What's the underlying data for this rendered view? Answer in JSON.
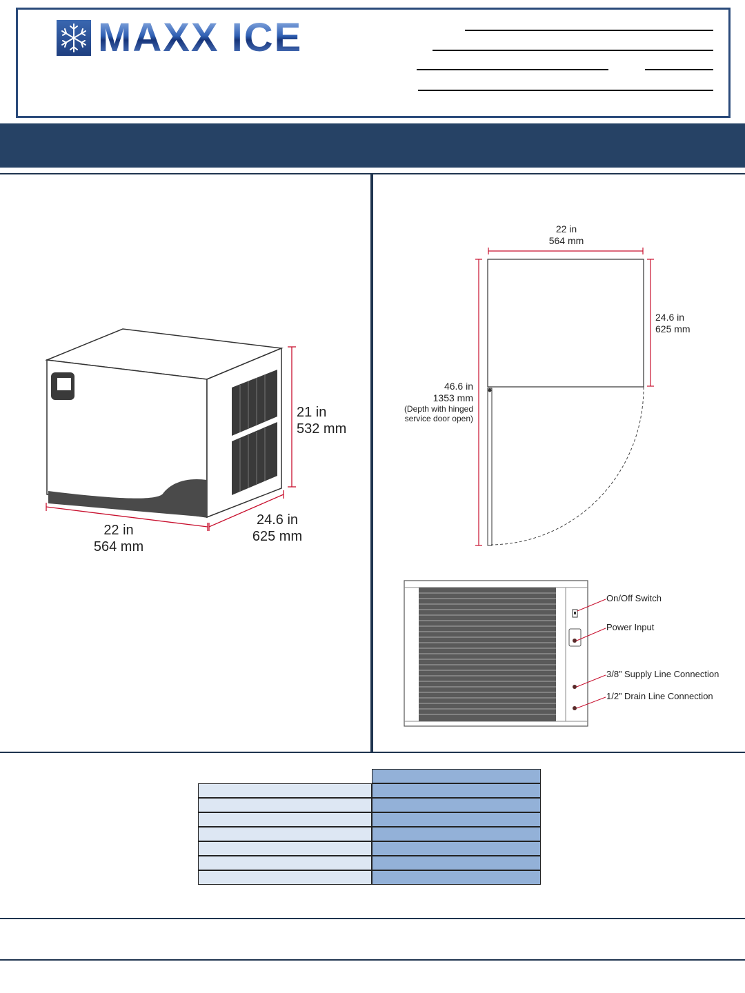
{
  "brand": {
    "name": "MAXX ICE",
    "flake_color": "#2a5aa8",
    "border_color": "#2a4a7a",
    "banner_color": "#264265"
  },
  "iso_view": {
    "height_in": "21 in",
    "height_mm": "532 mm",
    "width_in": "22 in",
    "width_mm": "564 mm",
    "depth_in": "24.6 in",
    "depth_mm": "625 mm"
  },
  "top_view": {
    "width_in": "22 in",
    "width_mm": "564 mm",
    "depth_in": "24.6 in",
    "depth_mm": "625 mm",
    "open_depth_in": "46.6 in",
    "open_depth_mm": "1353 mm",
    "open_note_1": "(Depth with hinged",
    "open_note_2": "service door open)"
  },
  "rear_view": {
    "callouts": [
      "On/Off Switch",
      "Power Input",
      "3/8”  Supply Line Connection",
      "1/2”  Drain Line Connection"
    ]
  },
  "accent_red": "#c8102e"
}
